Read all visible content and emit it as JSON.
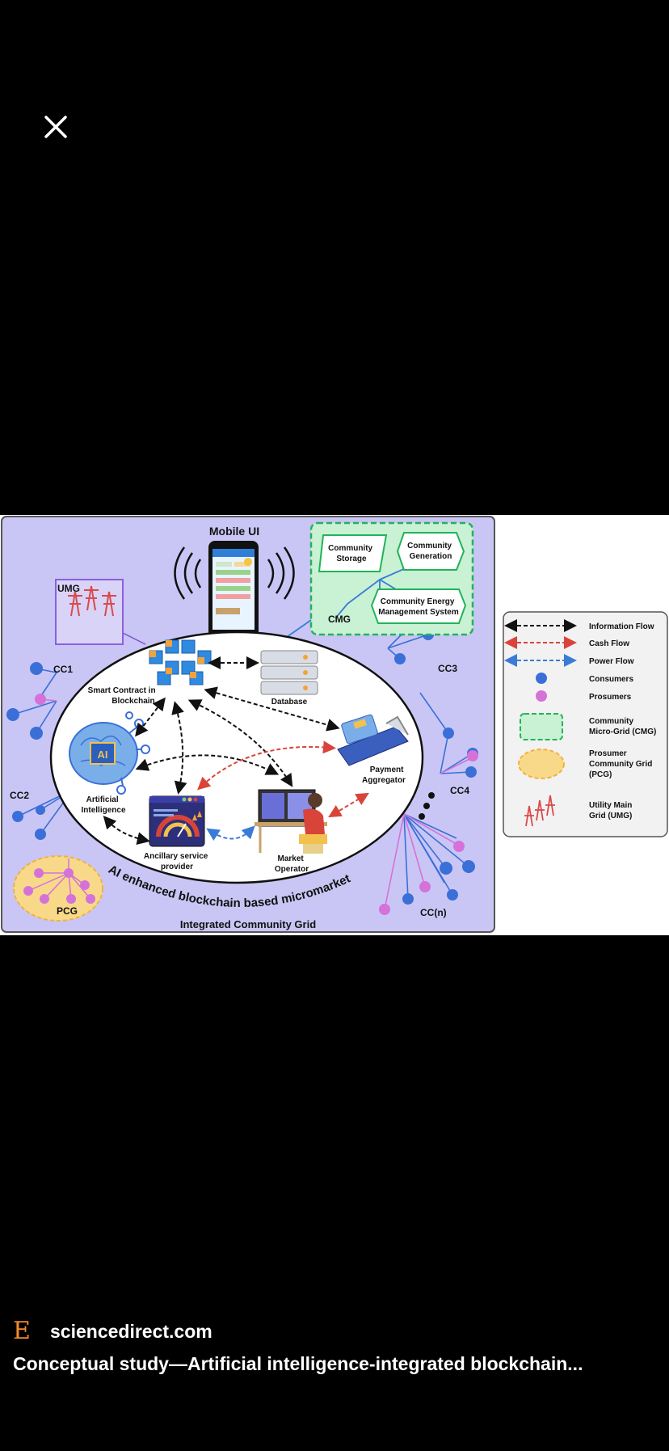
{
  "icons": {
    "close": "close-icon",
    "source": "elsevier-e-icon"
  },
  "colors": {
    "background": "#000000",
    "diagram_bg": "#c9c6f5",
    "info_flow": "#111111",
    "cash_flow": "#d9443a",
    "power_flow": "#3a7bd5",
    "consumer": "#3a6fd8",
    "prosumer": "#d472d9",
    "cmg": "#22b35a",
    "pcg": "#f2c14e",
    "source_logo": "#f28c28"
  },
  "diagram": {
    "mobile_ui": "Mobile UI",
    "umg": "UMG",
    "cmg": "CMG",
    "community_storage": [
      "Community",
      "Storage"
    ],
    "community_generation": [
      "Community",
      "Generation"
    ],
    "cems": [
      "Community Energy",
      "Management System"
    ],
    "smart_contract": [
      "Smart Contract in",
      "Blockchain"
    ],
    "database": "Database",
    "payment_aggregator": [
      "Payment",
      "Aggregator"
    ],
    "artificial_intelligence": [
      "Artificial",
      "Intelligence"
    ],
    "ai_chip": "AI",
    "ancillary": [
      "Ancillary service",
      "provider"
    ],
    "market_operator": [
      "Market",
      "Operator"
    ],
    "arc_text": "AI enhanced blockchain based micromarket",
    "integrated": "Integrated Community Grid",
    "cc1": "CC1",
    "cc2": "CC2",
    "cc3": "CC3",
    "cc4": "CC4",
    "ccn": "CC(n)",
    "pcg": "PCG"
  },
  "legend": {
    "info_flow": "Information Flow",
    "cash_flow": "Cash Flow",
    "power_flow": "Power Flow",
    "consumers": "Consumers",
    "prosumers": "Prosumers",
    "cmg": [
      "Community",
      "Micro-Grid (CMG)"
    ],
    "pcg": [
      "Prosumer",
      "Community Grid",
      "(PCG)"
    ],
    "umg": [
      "Utility Main",
      "Grid (UMG)"
    ]
  },
  "source": {
    "domain": "sciencedirect.com",
    "logo_letter": "E"
  },
  "caption": "Conceptual study—Artificial intelligence-integrated blockchain..."
}
